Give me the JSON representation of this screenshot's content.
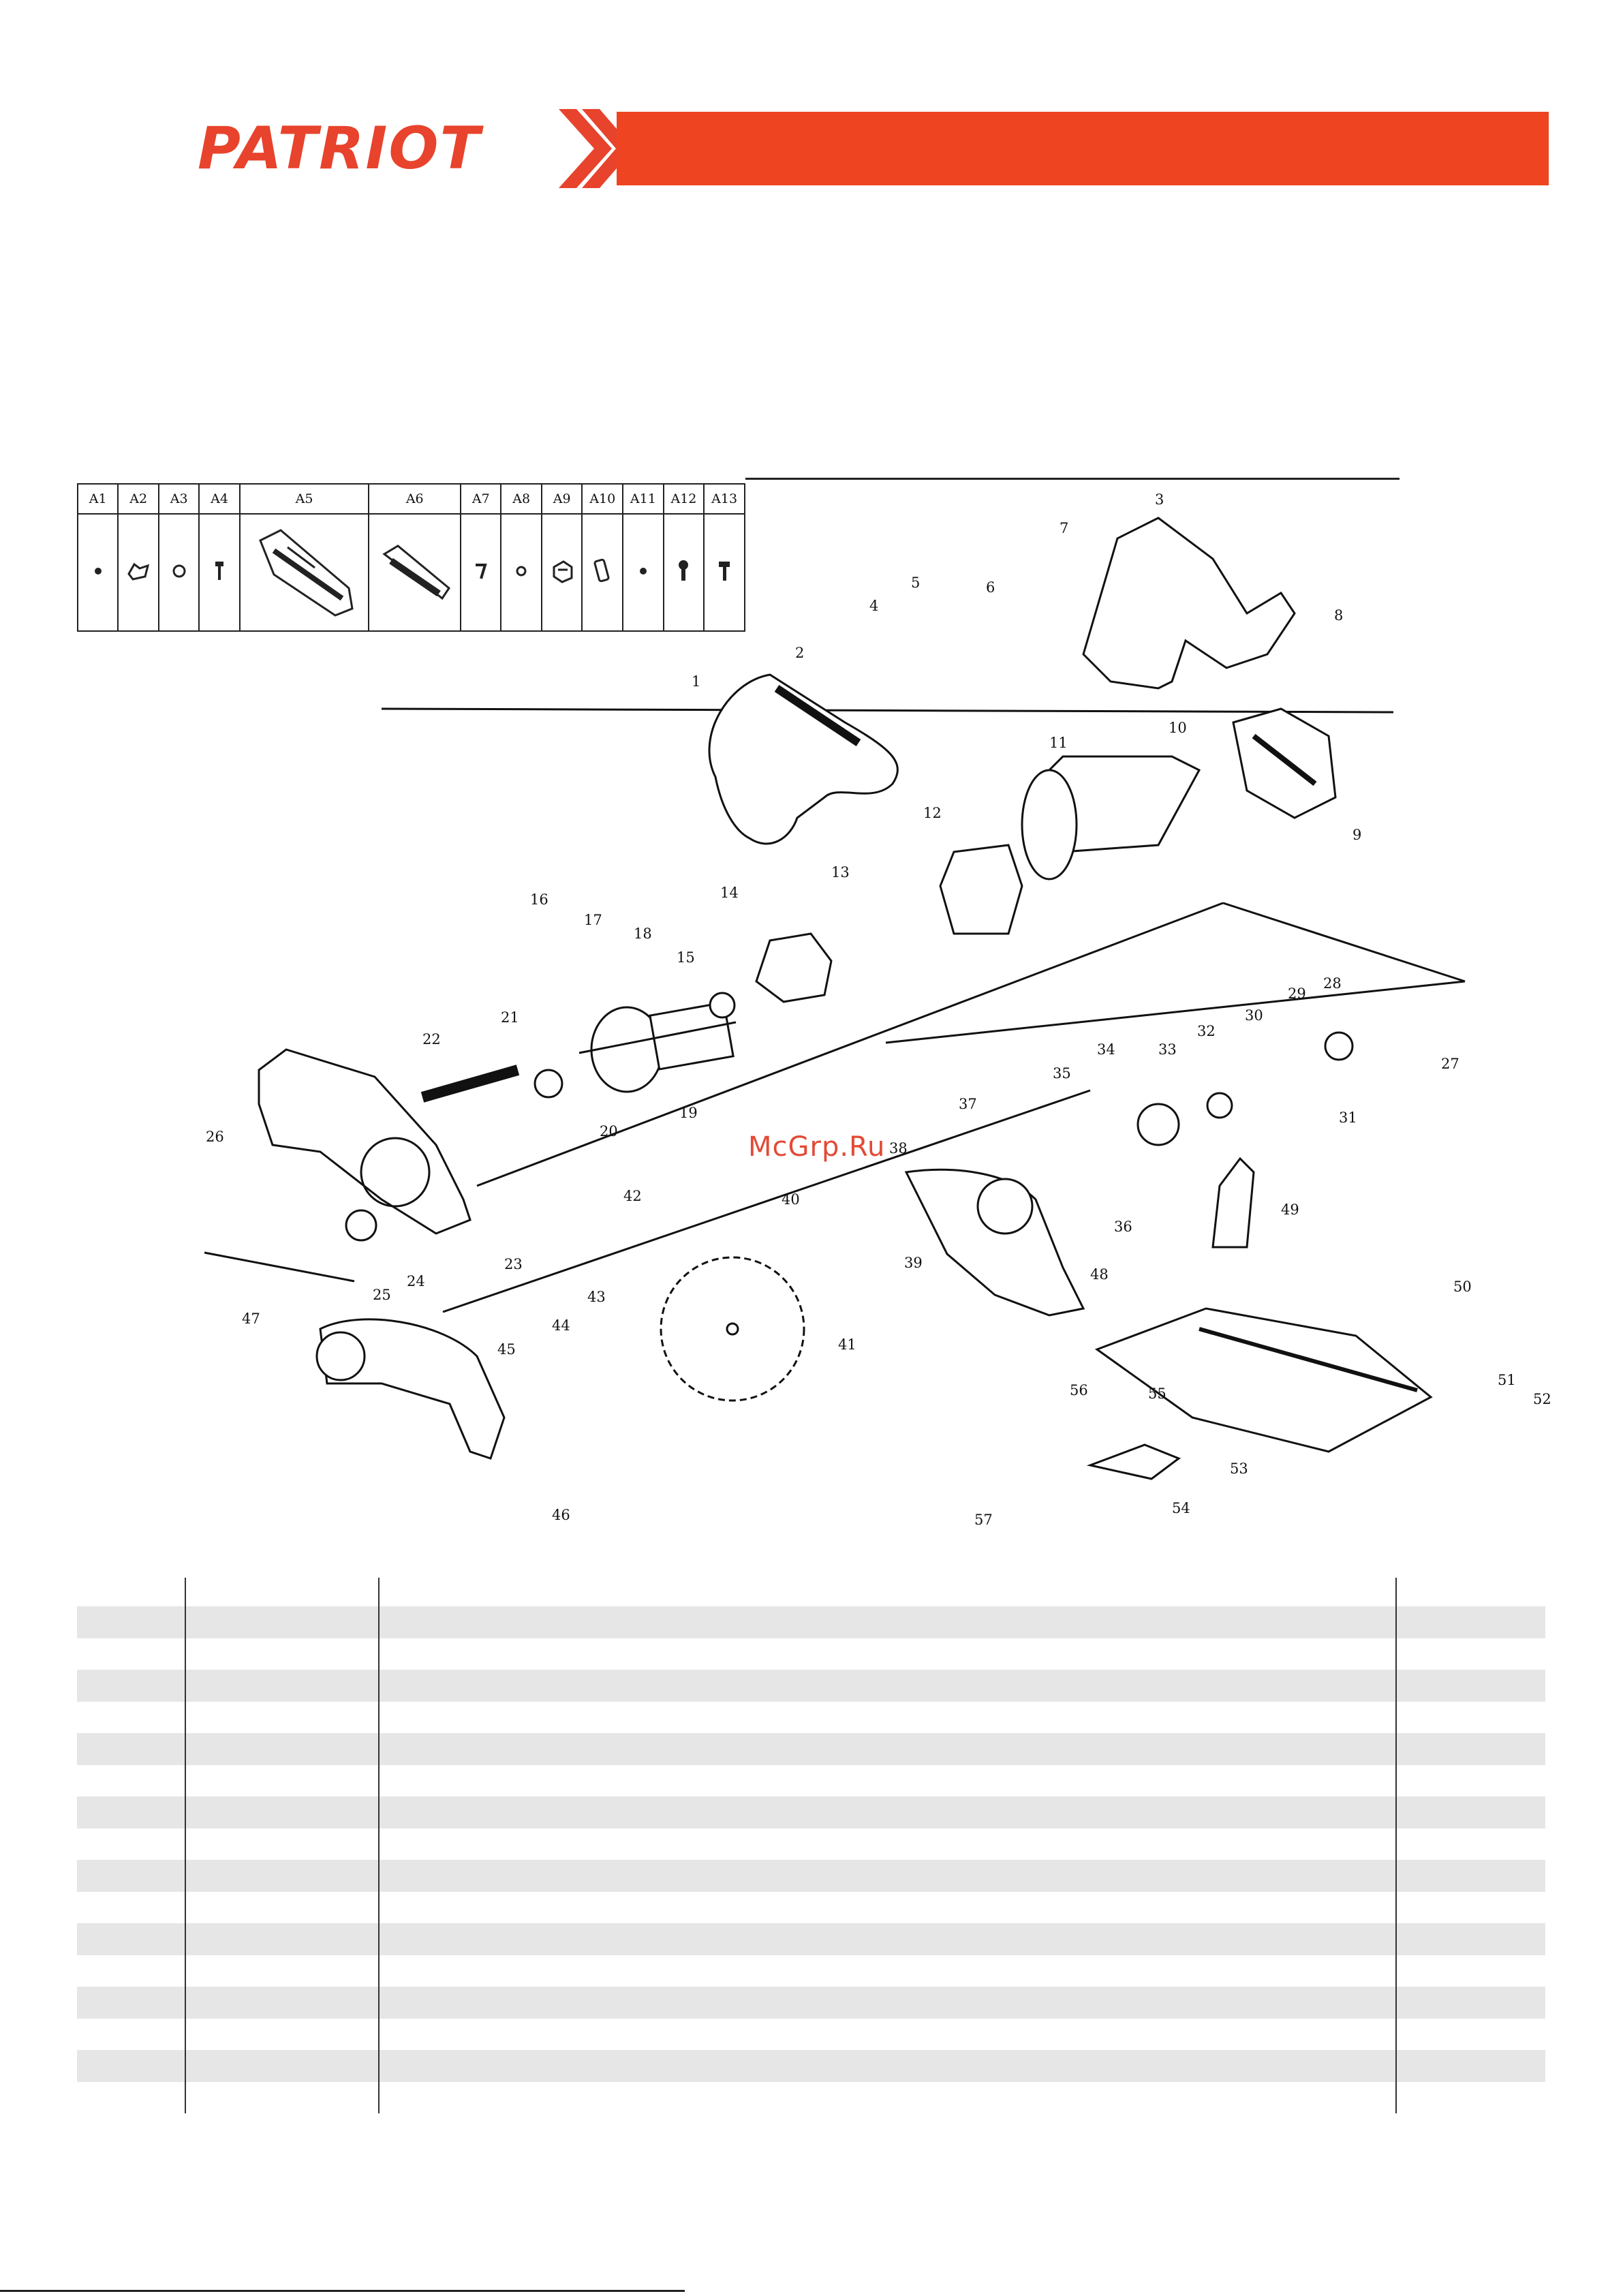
{
  "brand": {
    "name": "PATRIOT",
    "accent": "#ee4422"
  },
  "accessories": {
    "headers": [
      "A1",
      "A2",
      "A3",
      "A4",
      "A5",
      "A6",
      "A7",
      "A8",
      "A9",
      "A10",
      "A11",
      "A12",
      "A13"
    ]
  },
  "watermark": "McGrp.Ru",
  "callouts": [
    "1",
    "2",
    "3",
    "4",
    "5",
    "6",
    "7",
    "8",
    "9",
    "10",
    "11",
    "12",
    "13",
    "14",
    "15",
    "16",
    "17",
    "18",
    "19",
    "20",
    "21",
    "22",
    "23",
    "24",
    "25",
    "26",
    "27",
    "28",
    "29",
    "30",
    "31",
    "32",
    "33",
    "34",
    "35",
    "36",
    "37",
    "38",
    "39",
    "40",
    "41",
    "42",
    "43",
    "44",
    "45",
    "46",
    "47",
    "48",
    "49",
    "50",
    "51",
    "52",
    "53",
    "54",
    "55",
    "56",
    "57"
  ],
  "parts_table": {
    "rows": 17
  }
}
